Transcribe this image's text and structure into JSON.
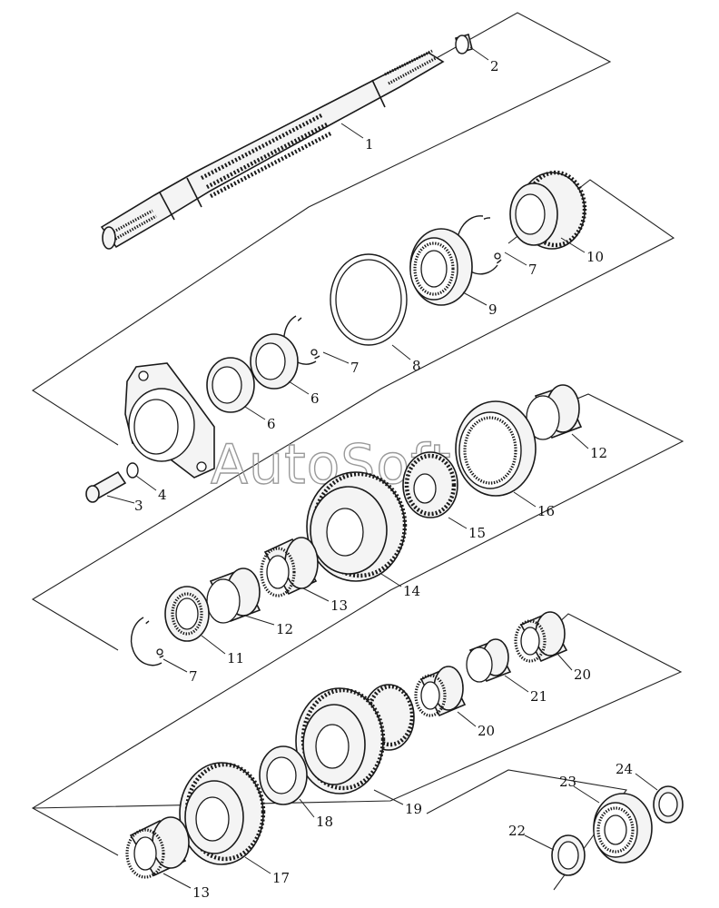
{
  "watermark": "AutoSoft",
  "callouts": {
    "c1": "1",
    "c2": "2",
    "c3": "3",
    "c4": "4",
    "c6a": "6",
    "c6b": "6",
    "c7a": "7",
    "c7b": "7",
    "c7c": "7",
    "c8": "8",
    "c9": "9",
    "c10": "10",
    "c11": "11",
    "c12a": "12",
    "c12b": "12",
    "c13a": "13",
    "c13b": "13",
    "c14": "14",
    "c15": "15",
    "c16": "16",
    "c17": "17",
    "c18": "18",
    "c19": "19",
    "c20a": "20",
    "c20b": "20",
    "c21": "21",
    "c22": "22",
    "c23": "23",
    "c24": "24"
  }
}
